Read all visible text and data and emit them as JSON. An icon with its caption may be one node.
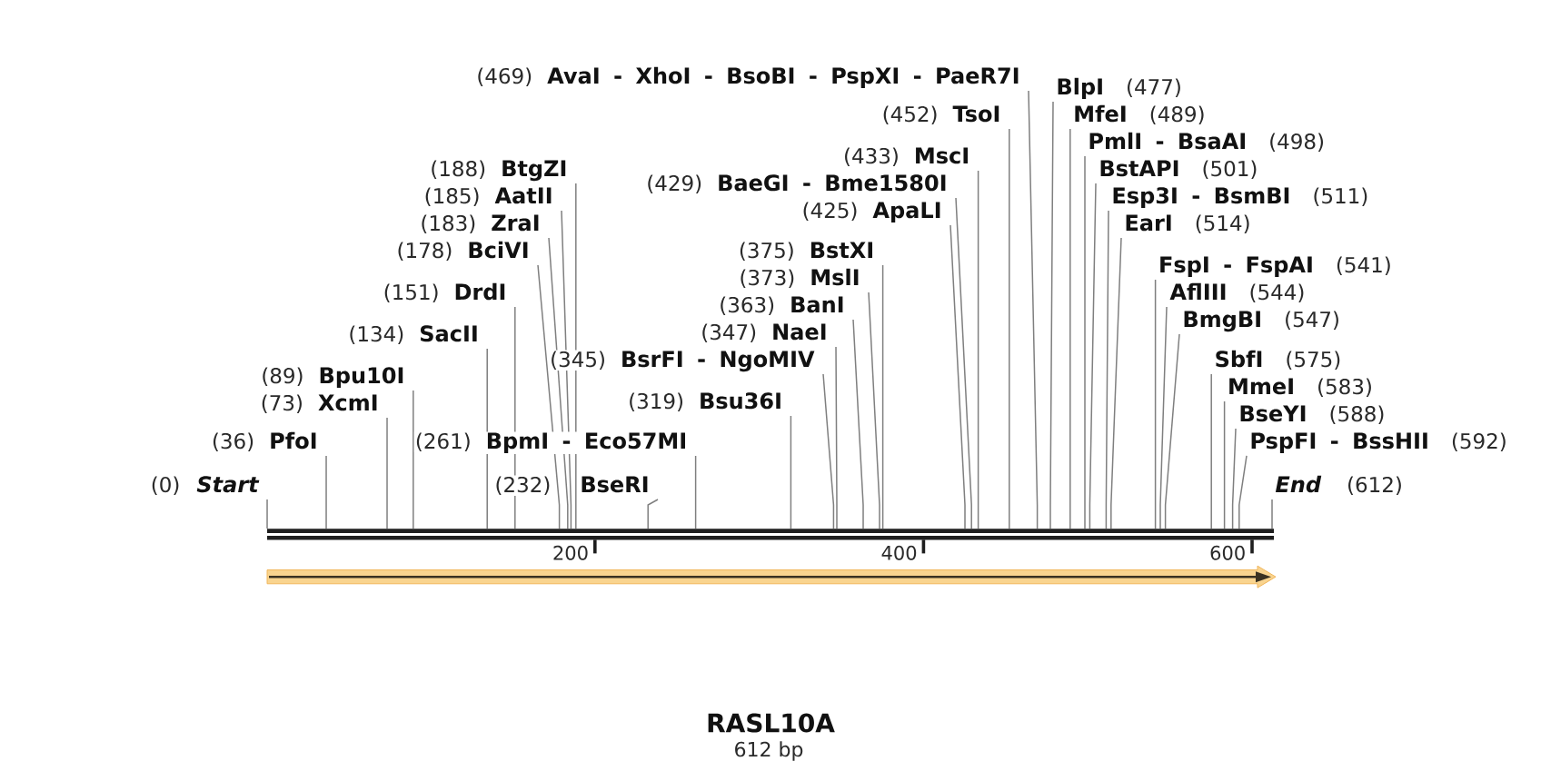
{
  "diagram": {
    "title": "RASL10A",
    "caption": "612 bp",
    "nodes": [
      {
        "text": [
          "(0)",
          "Start"
        ]
      },
      {
        "text": [
          "(36)",
          "PfoI"
        ]
      },
      {
        "text": [
          "(73)",
          "XcmI"
        ]
      },
      {
        "text": [
          "(89)",
          "Bpu10I"
        ]
      },
      {
        "text": [
          "(134)",
          "SacII"
        ]
      },
      {
        "text": [
          "(151)",
          "DrdI"
        ]
      },
      {
        "text": [
          "(178)",
          "BciVI"
        ]
      },
      {
        "text": [
          "(183)",
          "ZraI"
        ]
      },
      {
        "text": [
          "(185)",
          "AatII"
        ]
      },
      {
        "text": [
          "(188)",
          "BtgZI"
        ]
      },
      {
        "text": [
          "(232)",
          "BseRI"
        ]
      },
      {
        "text": [
          "(261)",
          "BpmI - Eco57MI"
        ]
      },
      {
        "text": [
          "(319)",
          "Bsu36I"
        ]
      },
      {
        "text": [
          "(345)",
          "BsrFI - NgoMIV"
        ]
      },
      {
        "text": [
          "(347)",
          "NaeI"
        ]
      },
      {
        "text": [
          "(363)",
          "BanI"
        ]
      },
      {
        "text": [
          "(373)",
          "MslI"
        ]
      },
      {
        "text": [
          "(375)",
          "BstXI"
        ]
      },
      {
        "text": [
          "(425)",
          "ApaLI"
        ]
      },
      {
        "text": [
          "(429)",
          "BaeGI - Bme1580I"
        ]
      },
      {
        "text": [
          "(433)",
          "MscI"
        ]
      },
      {
        "text": [
          "(452)",
          "TsoI"
        ]
      },
      {
        "text": [
          "(469)",
          "AvaI - XhoI - BsoBI - PspXI - PaeR7I"
        ]
      },
      {
        "text": [
          "BlpI",
          "(477)"
        ]
      },
      {
        "text": [
          "MfeI",
          "(489)"
        ]
      },
      {
        "text": [
          "PmlI - BsaAI",
          "(498)"
        ]
      },
      {
        "text": [
          "BstAPI",
          "(501)"
        ]
      },
      {
        "text": [
          "Esp3I - BsmBI",
          "(511)"
        ]
      },
      {
        "text": [
          "EarI",
          "(514)"
        ]
      },
      {
        "text": [
          "FspI - FspAI",
          "(541)"
        ]
      },
      {
        "text": [
          "AflIII",
          "(544)"
        ]
      },
      {
        "text": [
          "BmgBI",
          "(547)"
        ]
      },
      {
        "text": [
          "SbfI",
          "(575)"
        ]
      },
      {
        "text": [
          "MmeI",
          "(583)"
        ]
      },
      {
        "text": [
          "BseYI",
          "(588)"
        ]
      },
      {
        "text": [
          "PspFI - BssHII",
          "(592)"
        ]
      },
      {
        "text": [
          "End",
          "(612)"
        ]
      },
      {
        "text": [],
        "shape": "bar"
      }
    ],
    "edges": [
      {
        "from": 0,
        "to": 37,
        "arrow": "none"
      },
      {
        "from": 1,
        "to": 37,
        "arrow": "none"
      },
      {
        "from": 2,
        "to": 37,
        "arrow": "none"
      },
      {
        "from": 3,
        "to": 37,
        "arrow": "none"
      },
      {
        "from": 4,
        "to": 37,
        "arrow": "none"
      },
      {
        "from": 5,
        "to": 37,
        "arrow": "none"
      },
      {
        "from": 6,
        "to": 37,
        "arrow": "none"
      },
      {
        "from": 7,
        "to": 37,
        "arrow": "none"
      },
      {
        "from": 8,
        "to": 37,
        "arrow": "none"
      },
      {
        "from": 9,
        "to": 37,
        "arrow": "none"
      },
      {
        "from": 10,
        "to": 37,
        "arrow": "none"
      },
      {
        "from": 11,
        "to": 37,
        "arrow": "none"
      },
      {
        "from": 12,
        "to": 37,
        "arrow": "none"
      },
      {
        "from": 13,
        "to": 37,
        "arrow": "none"
      },
      {
        "from": 14,
        "to": 37,
        "arrow": "none"
      },
      {
        "from": 15,
        "to": 37,
        "arrow": "none"
      },
      {
        "from": 16,
        "to": 37,
        "arrow": "none"
      },
      {
        "from": 17,
        "to": 37,
        "arrow": "none"
      },
      {
        "from": 18,
        "to": 37,
        "arrow": "none"
      },
      {
        "from": 19,
        "to": 37,
        "arrow": "none"
      },
      {
        "from": 20,
        "to": 37,
        "arrow": "none"
      },
      {
        "from": 21,
        "to": 37,
        "arrow": "none"
      },
      {
        "from": 22,
        "to": 37,
        "arrow": "none"
      },
      {
        "from": 23,
        "to": 37,
        "arrow": "none"
      },
      {
        "from": 24,
        "to": 37,
        "arrow": "none"
      },
      {
        "from": 25,
        "to": 37,
        "arrow": "none"
      },
      {
        "from": 26,
        "to": 37,
        "arrow": "none"
      },
      {
        "from": 27,
        "to": 37,
        "arrow": "none"
      },
      {
        "from": 28,
        "to": 37,
        "arrow": "none"
      },
      {
        "from": 29,
        "to": 37,
        "arrow": "none"
      },
      {
        "from": 30,
        "to": 37,
        "arrow": "none"
      },
      {
        "from": 31,
        "to": 37,
        "arrow": "none"
      },
      {
        "from": 32,
        "to": 37,
        "arrow": "none"
      },
      {
        "from": 33,
        "to": 37,
        "arrow": "none"
      },
      {
        "from": 34,
        "to": 37,
        "arrow": "none"
      },
      {
        "from": 35,
        "to": 37,
        "arrow": "none"
      },
      {
        "from": 36,
        "to": 37,
        "arrow": "none"
      }
    ],
    "labels": [
      "200",
      "400",
      "600"
    ]
  }
}
